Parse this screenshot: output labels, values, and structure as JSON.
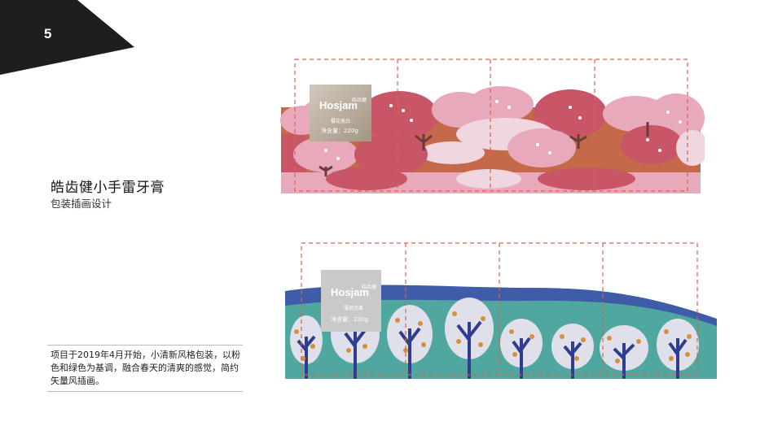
{
  "slide": {
    "page_number": "5",
    "title": "皓齿健小手雷牙膏",
    "subtitle": "包装插画设计",
    "description": "项目于2019年4月开始，小清新风格包装，以粉色和绿色为基调，融合春天的清爽的感觉，简约矢量风插画。"
  },
  "package_top": {
    "brand_small": "皓齿健",
    "brand": "Hosjam",
    "flavor": "樱花美白",
    "net_weight": "净含量：220g",
    "palette": {
      "sky": "#c46a4a",
      "pink": "#e8a9bb",
      "rose": "#c95667",
      "light": "#f0d6df",
      "card": "#b9ab98"
    }
  },
  "package_bottom": {
    "brand_small": "皓齿健",
    "brand": "Hosjam",
    "flavor": "薄荷花果",
    "net_weight": "净含量：220g",
    "palette": {
      "hill": "#3f5ca8",
      "ground": "#4fa7a0",
      "tree": "#dfe0ea",
      "trunk": "#2f3c8f",
      "fruit": "#d4903f",
      "card": "#c9c9c9"
    }
  },
  "colors": {
    "guide_line": "#e0604a",
    "corner": "#1e1e1e"
  }
}
